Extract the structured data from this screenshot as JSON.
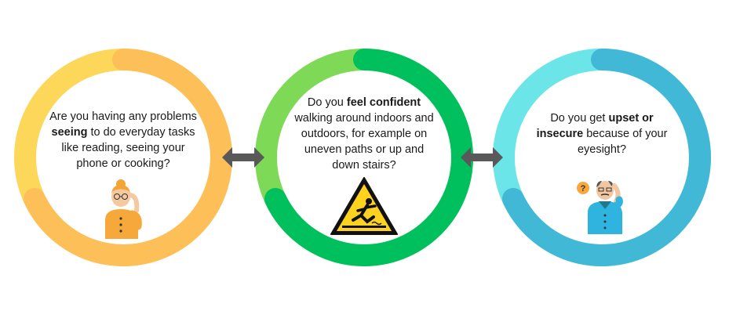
{
  "colors": {
    "ring1_light": "#FDD75A",
    "ring1_dark": "#FDBF58",
    "ring2_light": "#7ED957",
    "ring2_dark": "#00C05D",
    "ring3_light": "#6CE5E8",
    "ring3_dark": "#41B8D5",
    "arrow": "#595959"
  },
  "steps": [
    {
      "text_a": "Are you having any problems ",
      "bold_a": "seeing",
      "text_b": " to do everyday tasks like reading, seeing your phone or cooking?",
      "icon": "confused-woman-illustration"
    },
    {
      "text_a": "Do you ",
      "bold_a": "feel confident",
      "text_b": " walking around indoors and outdoors, for example on uneven paths or up and down stairs?",
      "icon": "slip-hazard-sign-icon"
    },
    {
      "text_a": "Do you get ",
      "bold_a": "upset or insecure",
      "text_b": " because of your eyesight?",
      "icon": "confused-man-illustration"
    }
  ],
  "connectors": [
    "double-arrow-icon",
    "double-arrow-icon"
  ]
}
